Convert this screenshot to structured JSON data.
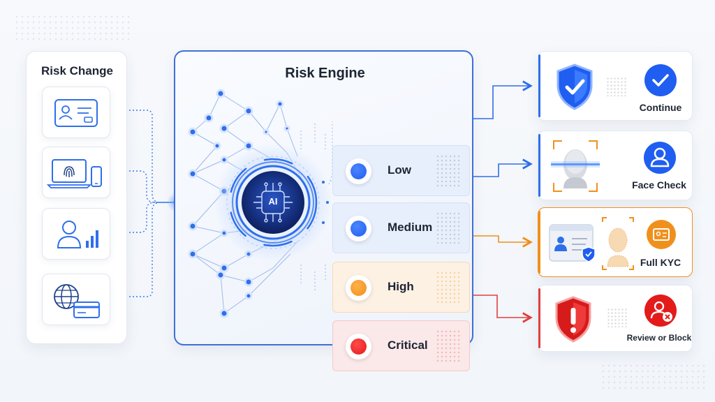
{
  "colors": {
    "accent_blue": "#2f6fea",
    "engine_border": "#3f6fd6",
    "low": "#1f5ef0",
    "medium": "#1f5ef0",
    "high": "#f0901c",
    "critical": "#e31b1b",
    "action_arrow_blue": "#2f6fea",
    "action_arrow_orange": "#f0901c",
    "action_arrow_red": "#e04040"
  },
  "left_panel": {
    "title": "Risk Change",
    "sources": [
      {
        "icon": "id-card-icon"
      },
      {
        "icon": "laptop-fingerprint-phone-icon"
      },
      {
        "icon": "user-signal-icon"
      },
      {
        "icon": "globe-credit-card-icon"
      }
    ]
  },
  "engine": {
    "title": "Risk Engine",
    "core_label": "AI",
    "levels": [
      {
        "label": "Low"
      },
      {
        "label": "Medium"
      },
      {
        "label": "High"
      },
      {
        "label": "Critical"
      }
    ]
  },
  "actions": [
    {
      "label": "Continue",
      "icon": "shield-check-icon"
    },
    {
      "label": "Face Check",
      "icon": "face-scan-icon"
    },
    {
      "label": "Full KYC",
      "icon": "id-verification-icon"
    },
    {
      "label": "Review or Block",
      "icon": "shield-alert-icon"
    }
  ]
}
